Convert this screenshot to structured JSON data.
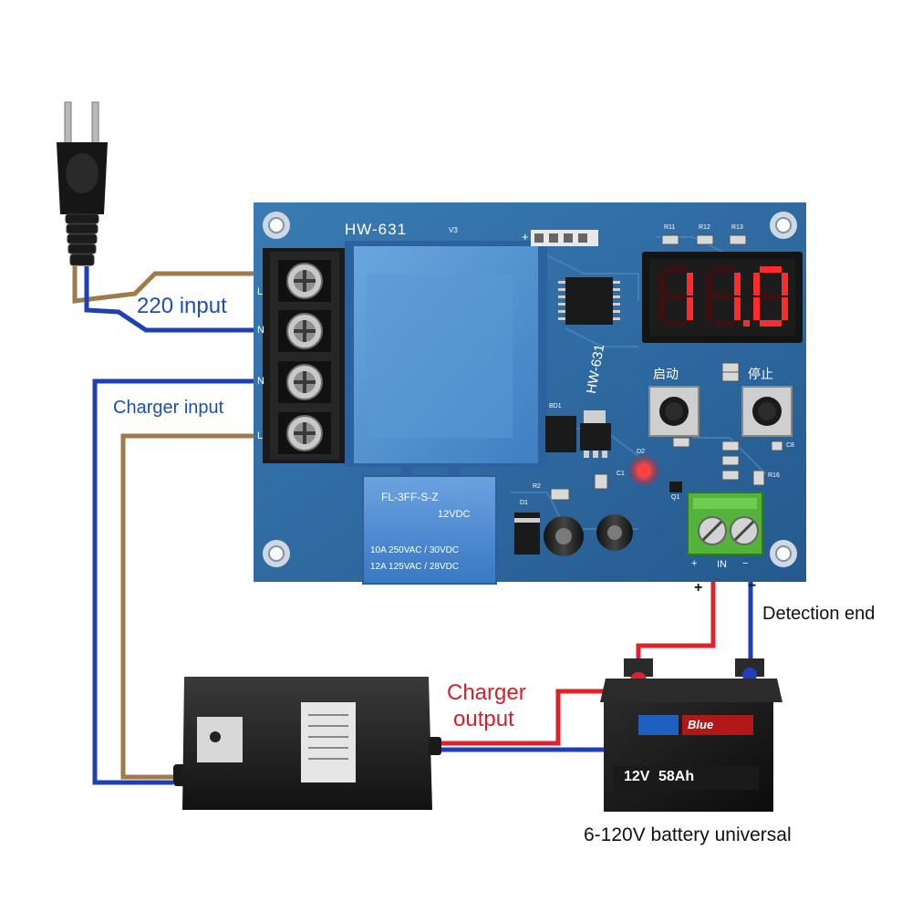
{
  "labels": {
    "power_input": "220 input",
    "charger_input": "Charger input",
    "charger_output_line1": "Charger",
    "charger_output_line2": "output",
    "detection_end": "Detection end",
    "battery_caption": "6-120V battery universal"
  },
  "board": {
    "model": "HW-631",
    "version": "V3",
    "display_value": "11.0",
    "start_label": "启动",
    "stop_label": "停止",
    "terminal_marks": [
      "L",
      "N",
      "N",
      "L"
    ],
    "in_label": "IN",
    "plus_mark": "+",
    "minus_mark": "−",
    "silk_r11": "R11",
    "silk_r12": "R12",
    "silk_r13": "R13",
    "silk_bd1": "BD1",
    "silk_d1": "D1",
    "silk_d2": "D2",
    "silk_r2": "R2",
    "silk_c1": "C1",
    "silk_q1": "Q1",
    "silk_r16": "R16",
    "silk_c8": "C8"
  },
  "relay": {
    "model": "FL-3FF-S-Z",
    "coil": "12VDC",
    "rating1": "10A  250VAC / 30VDC",
    "rating2": "12A  125VAC / 28VDC"
  },
  "battery": {
    "voltage": "12V",
    "capacity": "58Ah",
    "brand": "Blue"
  },
  "wiring": {
    "plus_mark": "+",
    "minus_mark": "−"
  },
  "colors": {
    "board": "#2f6fa6",
    "brown_wire": "#a07a4a",
    "blue_wire": "#1f3fb8",
    "red_wire": "#e0202a",
    "label_blue": "#1d4fb3",
    "label_red": "#d81e2a",
    "segment_red": "#ff2a2a",
    "transformer": "#4d8fd0",
    "relay": "#4f8ed4",
    "terminal_green": "#55b23a"
  }
}
